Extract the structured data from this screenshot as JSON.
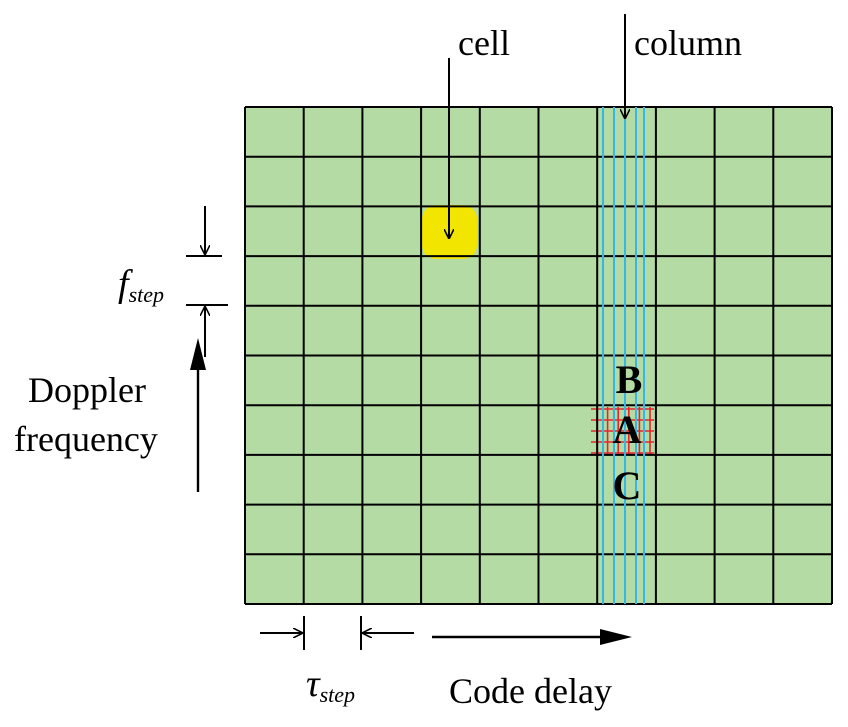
{
  "labels": {
    "cell": "cell",
    "column": "column",
    "doppler_line1": "Doppler",
    "doppler_line2": "frequency",
    "code_delay": "Code delay",
    "f_symbol": "f",
    "f_sub": "step",
    "tau_symbol": "τ",
    "tau_sub": "step",
    "point_a": "A",
    "point_b": "B",
    "point_c": "C"
  },
  "grid": {
    "rows": 10,
    "cols": 10
  },
  "colors": {
    "grid_fill": "#b5dba4",
    "grid_line": "#000000",
    "highlight_cell": "#f2e600",
    "column_lines": "#35b6e8",
    "fine_grid": "#e8242a"
  }
}
